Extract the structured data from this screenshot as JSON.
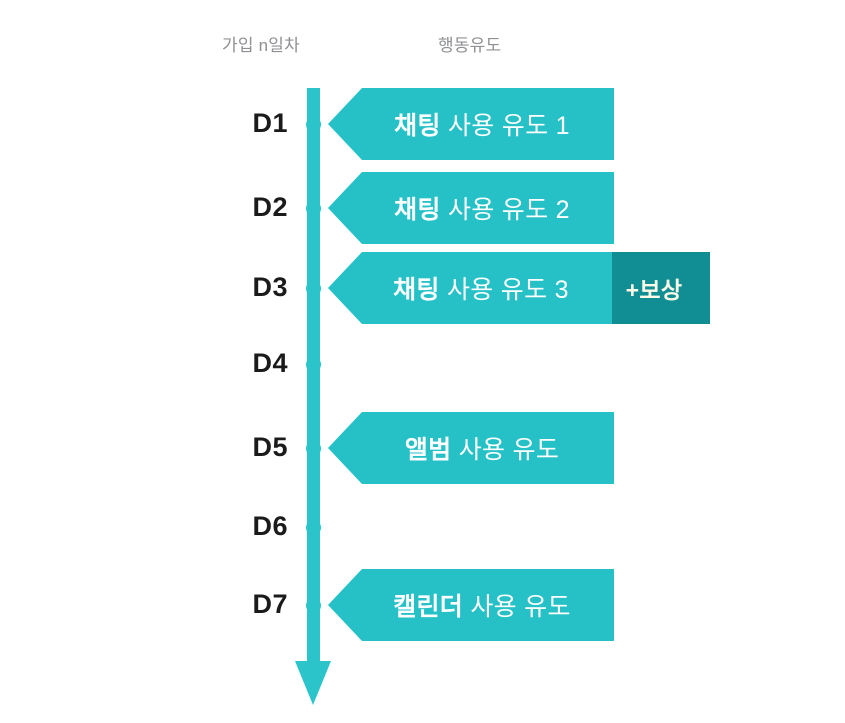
{
  "headers": {
    "day_column": "가입 n일차",
    "action_column": "행동유도"
  },
  "colors": {
    "teal": "#26c1c7",
    "teal_dark": "#108e93",
    "axis": "#2ac4ca",
    "day_label": "#1b1b1b",
    "header_text": "#8f9093",
    "banner_text": "#ffffff",
    "reward_text": "#fdfbe8",
    "background": "#ffffff"
  },
  "timeline": {
    "axis_direction": "downward-arrow",
    "rows": [
      {
        "day": "D1",
        "has_action": true,
        "action": {
          "strong": "채팅",
          "rest": " 사용 유도 1",
          "full": "채팅 사용 유도 1"
        },
        "reward": null
      },
      {
        "day": "D2",
        "has_action": true,
        "action": {
          "strong": "채팅",
          "rest": " 사용 유도 2",
          "full": "채팅 사용 유도 2"
        },
        "reward": null
      },
      {
        "day": "D3",
        "has_action": true,
        "action": {
          "strong": "채팅",
          "rest": " 사용 유도 3",
          "full": "채팅 사용 유도 3"
        },
        "reward": {
          "label": "+보상"
        }
      },
      {
        "day": "D4",
        "has_action": false,
        "action": null,
        "reward": null
      },
      {
        "day": "D5",
        "has_action": true,
        "action": {
          "strong": "앨범",
          "rest": " 사용 유도",
          "full": "앨범 사용 유도"
        },
        "reward": null
      },
      {
        "day": "D6",
        "has_action": false,
        "action": null,
        "reward": null
      },
      {
        "day": "D7",
        "has_action": true,
        "action": {
          "strong": "캘린더",
          "rest": " 사용 유도",
          "full": "캘린더 사용 유도"
        },
        "reward": null
      }
    ]
  }
}
